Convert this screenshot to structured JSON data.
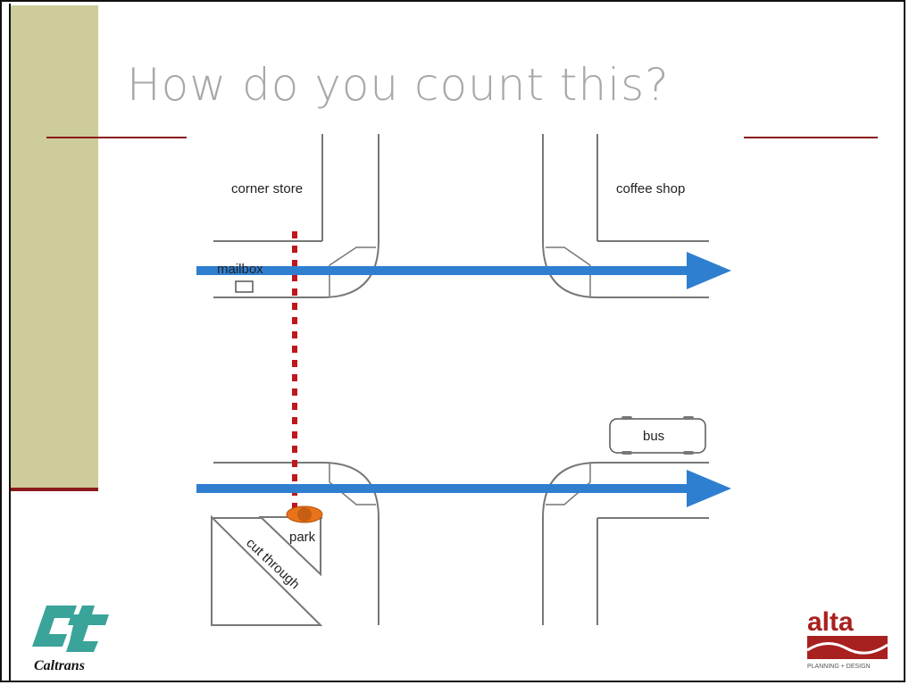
{
  "slide": {
    "title": "How do you count this?",
    "colors": {
      "sidebar": "#cdcc9a",
      "rule": "#8b1a1a",
      "title": "#a8a8a8",
      "arrow": "#2f7fd0",
      "screenline": "#c0161c",
      "pedestrian": "#e8731a"
    }
  },
  "diagram": {
    "labels": {
      "corner_store": "corner store",
      "coffee_shop": "coffee shop",
      "mailbox": "mailbox",
      "bus": "bus",
      "park": "park",
      "cut_through": "cut through"
    }
  },
  "logos": {
    "caltrans_text": "Caltrans",
    "alta_text": "alta",
    "alta_sub": "PLANNING + DESIGN"
  }
}
